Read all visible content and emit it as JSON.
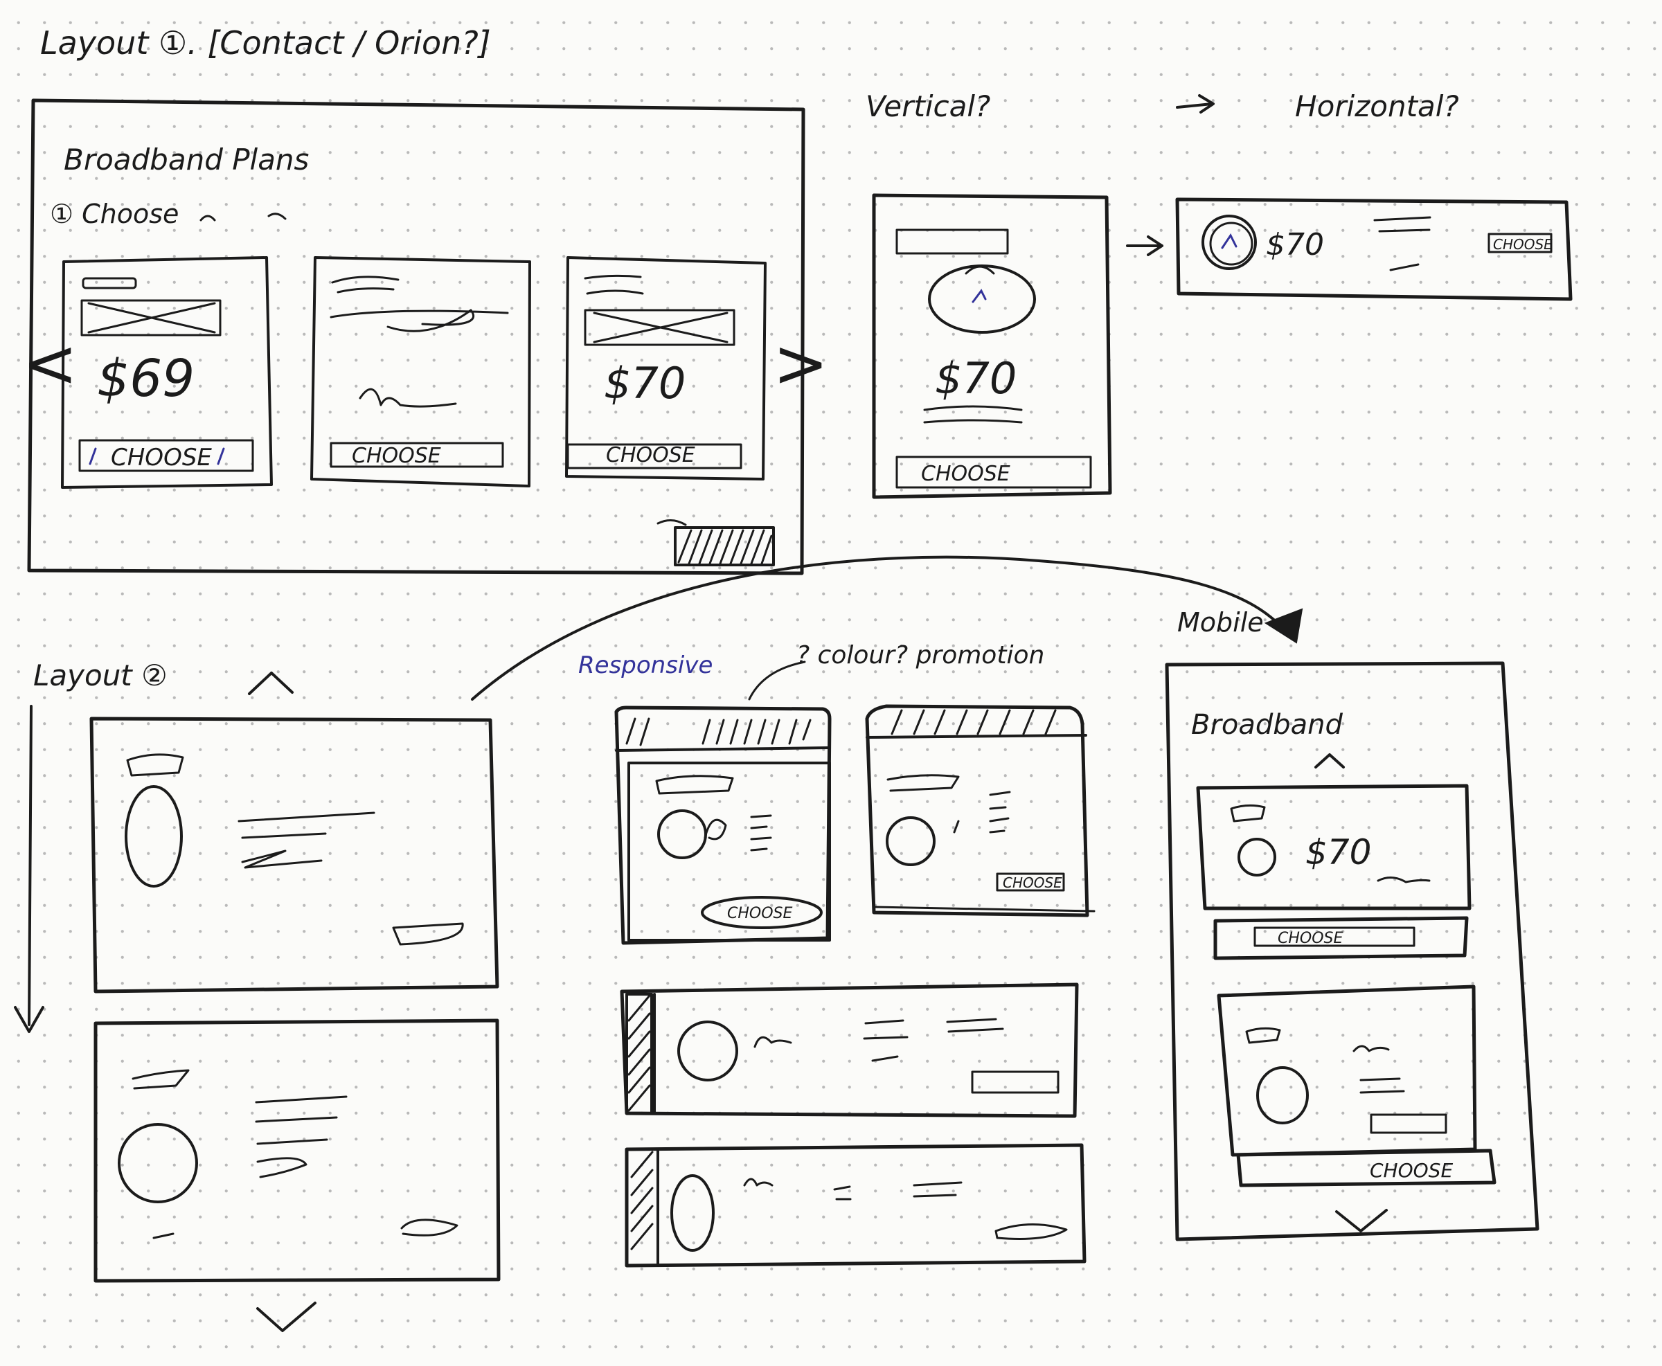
{
  "annotations": {
    "layout1_title": "Layout ①. [Contact / Orion?]",
    "vertical": "Vertical?",
    "horizontal": "Horizontal?",
    "layout2_title": "Layout ②",
    "responsive": "Responsive",
    "colour_promotion": "? colour? promotion",
    "mobile": "Mobile"
  },
  "layout1": {
    "heading": "Broadband Plans",
    "step": "① Choose",
    "prev_arrow": "<",
    "next_arrow": ">",
    "plans": [
      {
        "price": "$69",
        "cta": "CHOOSE"
      },
      {
        "price": "",
        "cta": "CHOOSE"
      },
      {
        "price": "$70",
        "cta": "CHOOSE"
      }
    ]
  },
  "vertical_card": {
    "price": "$70",
    "cta": "CHOOSE"
  },
  "horizontal_card": {
    "price": "$70",
    "cta": "CHOOSE"
  },
  "layout2": {
    "up_arrow": "^",
    "down_arrow": "v"
  },
  "responsive_cards": [
    {
      "cta": "CHOOSE"
    },
    {
      "cta": "CHOOSE"
    }
  ],
  "mobile": {
    "heading": "Broadband",
    "up_arrow": "^",
    "down_arrow": "v",
    "cards": [
      {
        "price": "$70",
        "cta": "CHOOSE"
      },
      {
        "price": "",
        "cta": "CHOOSE"
      }
    ]
  }
}
